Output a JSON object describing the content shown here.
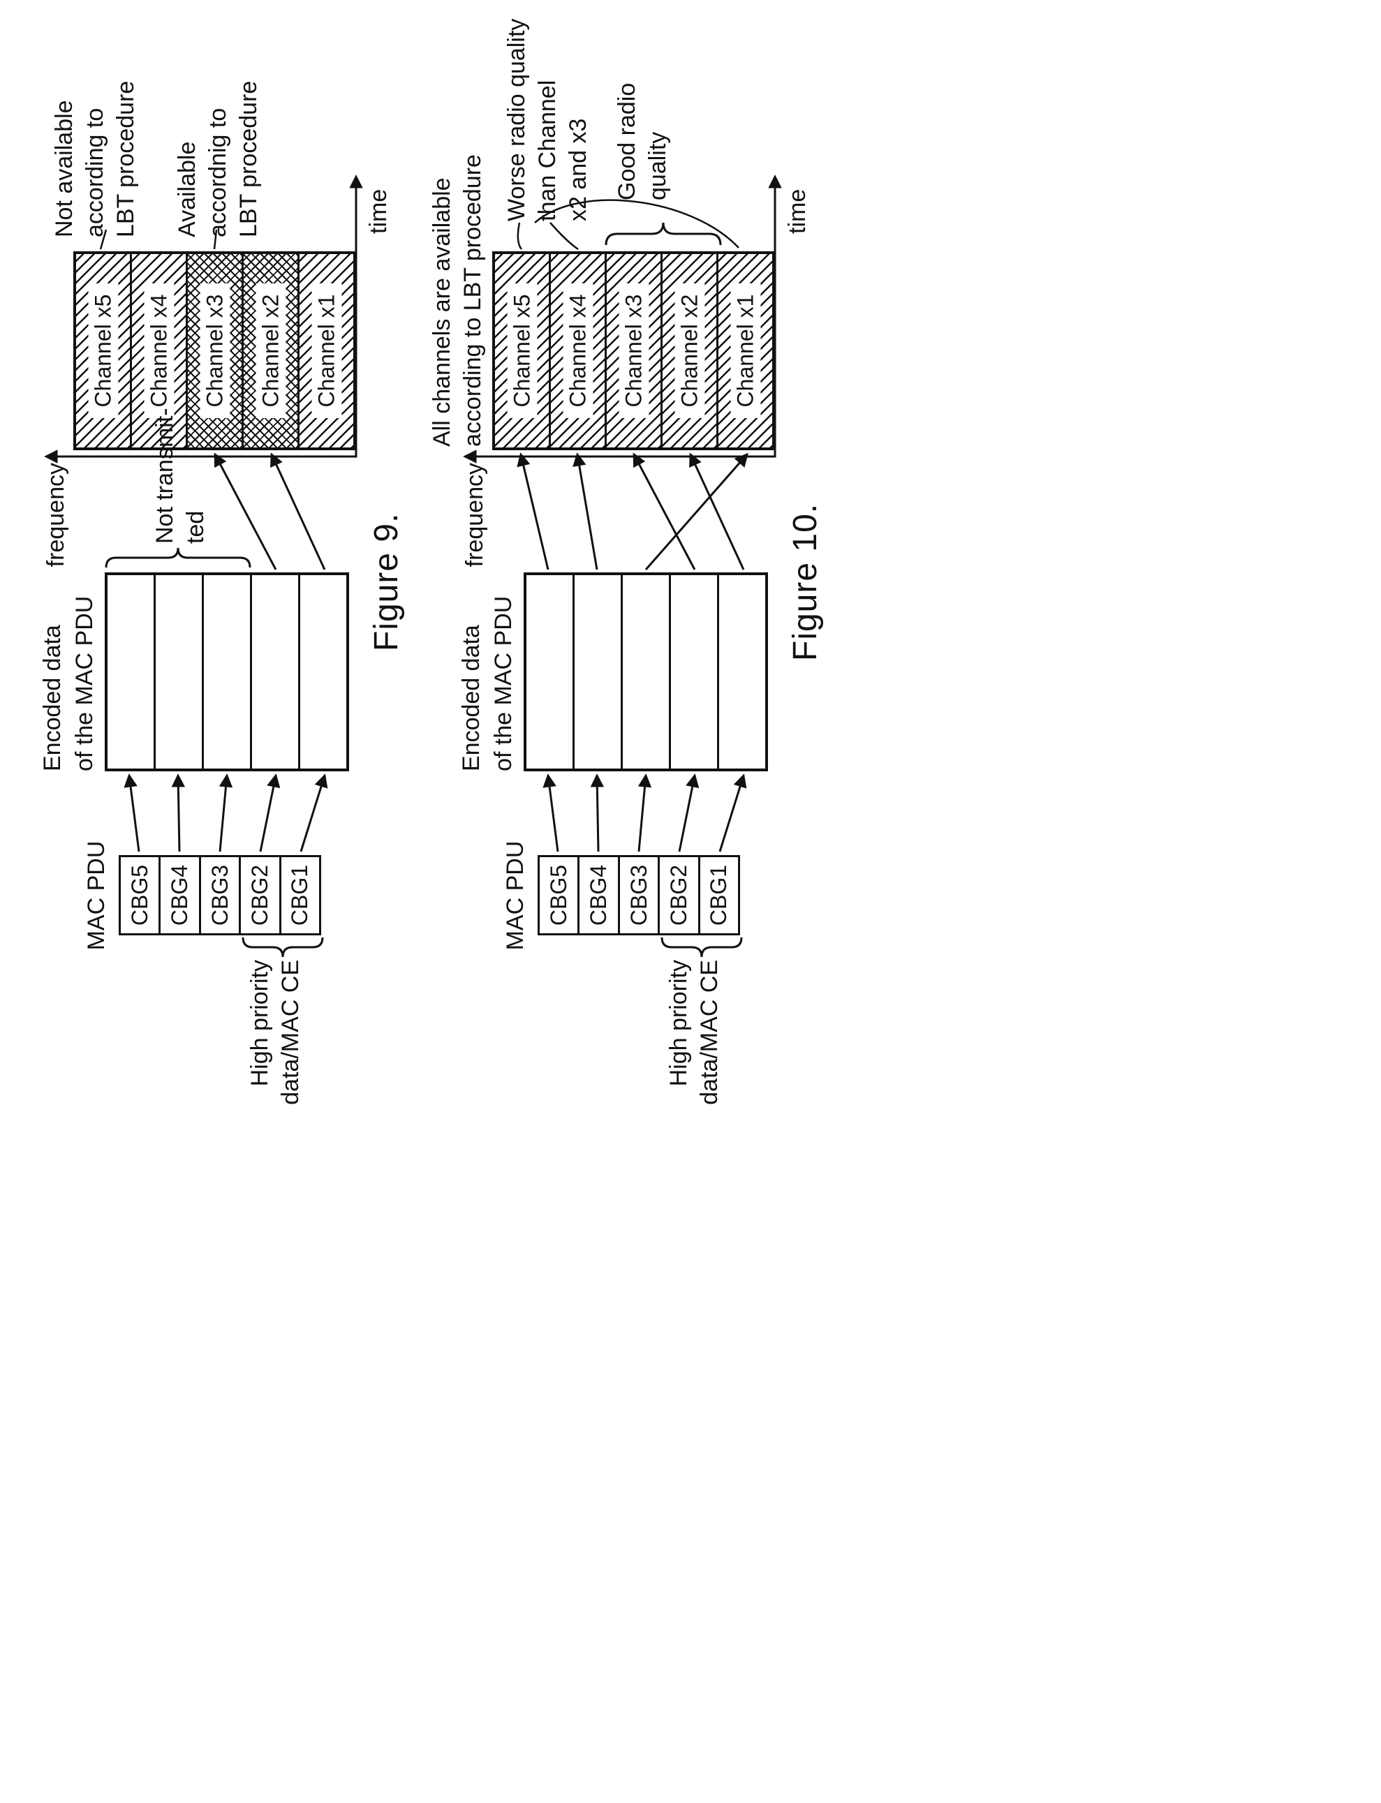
{
  "colors": {
    "ink": "#111111",
    "paper": "#ffffff"
  },
  "fig9": {
    "caption": "Figure 9.",
    "mac_pdu_label": "MAC PDU",
    "cbgs": [
      "CBG5",
      "CBG4",
      "CBG3",
      "CBG2",
      "CBG1"
    ],
    "high_priority": [
      "High priority",
      "data/MAC CE"
    ],
    "encoded_label": [
      "Encoded data",
      "of the MAC PDU"
    ],
    "not_transmitted": [
      "Not transmit-",
      "ted"
    ],
    "frequency_label": "frequency",
    "time_label": "time",
    "channels": [
      {
        "name": "Channel x5",
        "hatch": "diagonal",
        "lbt": "not available"
      },
      {
        "name": "Channel x4",
        "hatch": "diagonal",
        "lbt": "not available"
      },
      {
        "name": "Channel x3",
        "hatch": "cross",
        "lbt": "available"
      },
      {
        "name": "Channel x2",
        "hatch": "cross",
        "lbt": "available"
      },
      {
        "name": "Channel x1",
        "hatch": "diagonal",
        "lbt": "not available"
      }
    ],
    "ann_not_available": [
      "Not available",
      "according to",
      "LBT procedure"
    ],
    "ann_available": [
      "Available",
      "accordnig to",
      "LBT procedure"
    ]
  },
  "fig10": {
    "caption": "Figure 10.",
    "mac_pdu_label": "MAC PDU",
    "cbgs": [
      "CBG5",
      "CBG4",
      "CBG3",
      "CBG2",
      "CBG1"
    ],
    "high_priority": [
      "High priority",
      "data/MAC CE"
    ],
    "encoded_label": [
      "Encoded data",
      "of the MAC PDU"
    ],
    "frequency_label": "frequency",
    "time_label": "time",
    "channels": [
      {
        "name": "Channel x5",
        "hatch": "diagonal"
      },
      {
        "name": "Channel x4",
        "hatch": "diagonal"
      },
      {
        "name": "Channel x3",
        "hatch": "diagonal"
      },
      {
        "name": "Channel x2",
        "hatch": "diagonal"
      },
      {
        "name": "Channel x1",
        "hatch": "diagonal"
      }
    ],
    "ann_all_available": [
      "All channels are available",
      "according to LBT procedure"
    ],
    "ann_worse_quality": [
      "Worse radio quality",
      "than Channel",
      "x2 and x3"
    ],
    "ann_good_quality": [
      "Good radio",
      "quality"
    ]
  }
}
